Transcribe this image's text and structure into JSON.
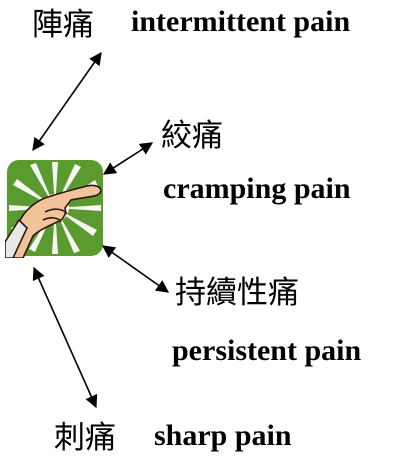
{
  "labels": {
    "intermittent": {
      "zh": "陣痛",
      "en": "intermittent pain"
    },
    "cramping": {
      "zh": "絞痛",
      "en": "cramping pain"
    },
    "persistent": {
      "zh": "持續性痛",
      "en": "persistent pain"
    },
    "sharp": {
      "zh": "刺痛",
      "en": "sharp pain"
    }
  },
  "icon": {
    "name": "pointing-hand-icon",
    "bg_color": "#5a9a2e",
    "burst_color": "#ffffff",
    "skin_color": "#f2c29a"
  },
  "colors": {
    "text": "#000000",
    "arrow": "#000000"
  }
}
